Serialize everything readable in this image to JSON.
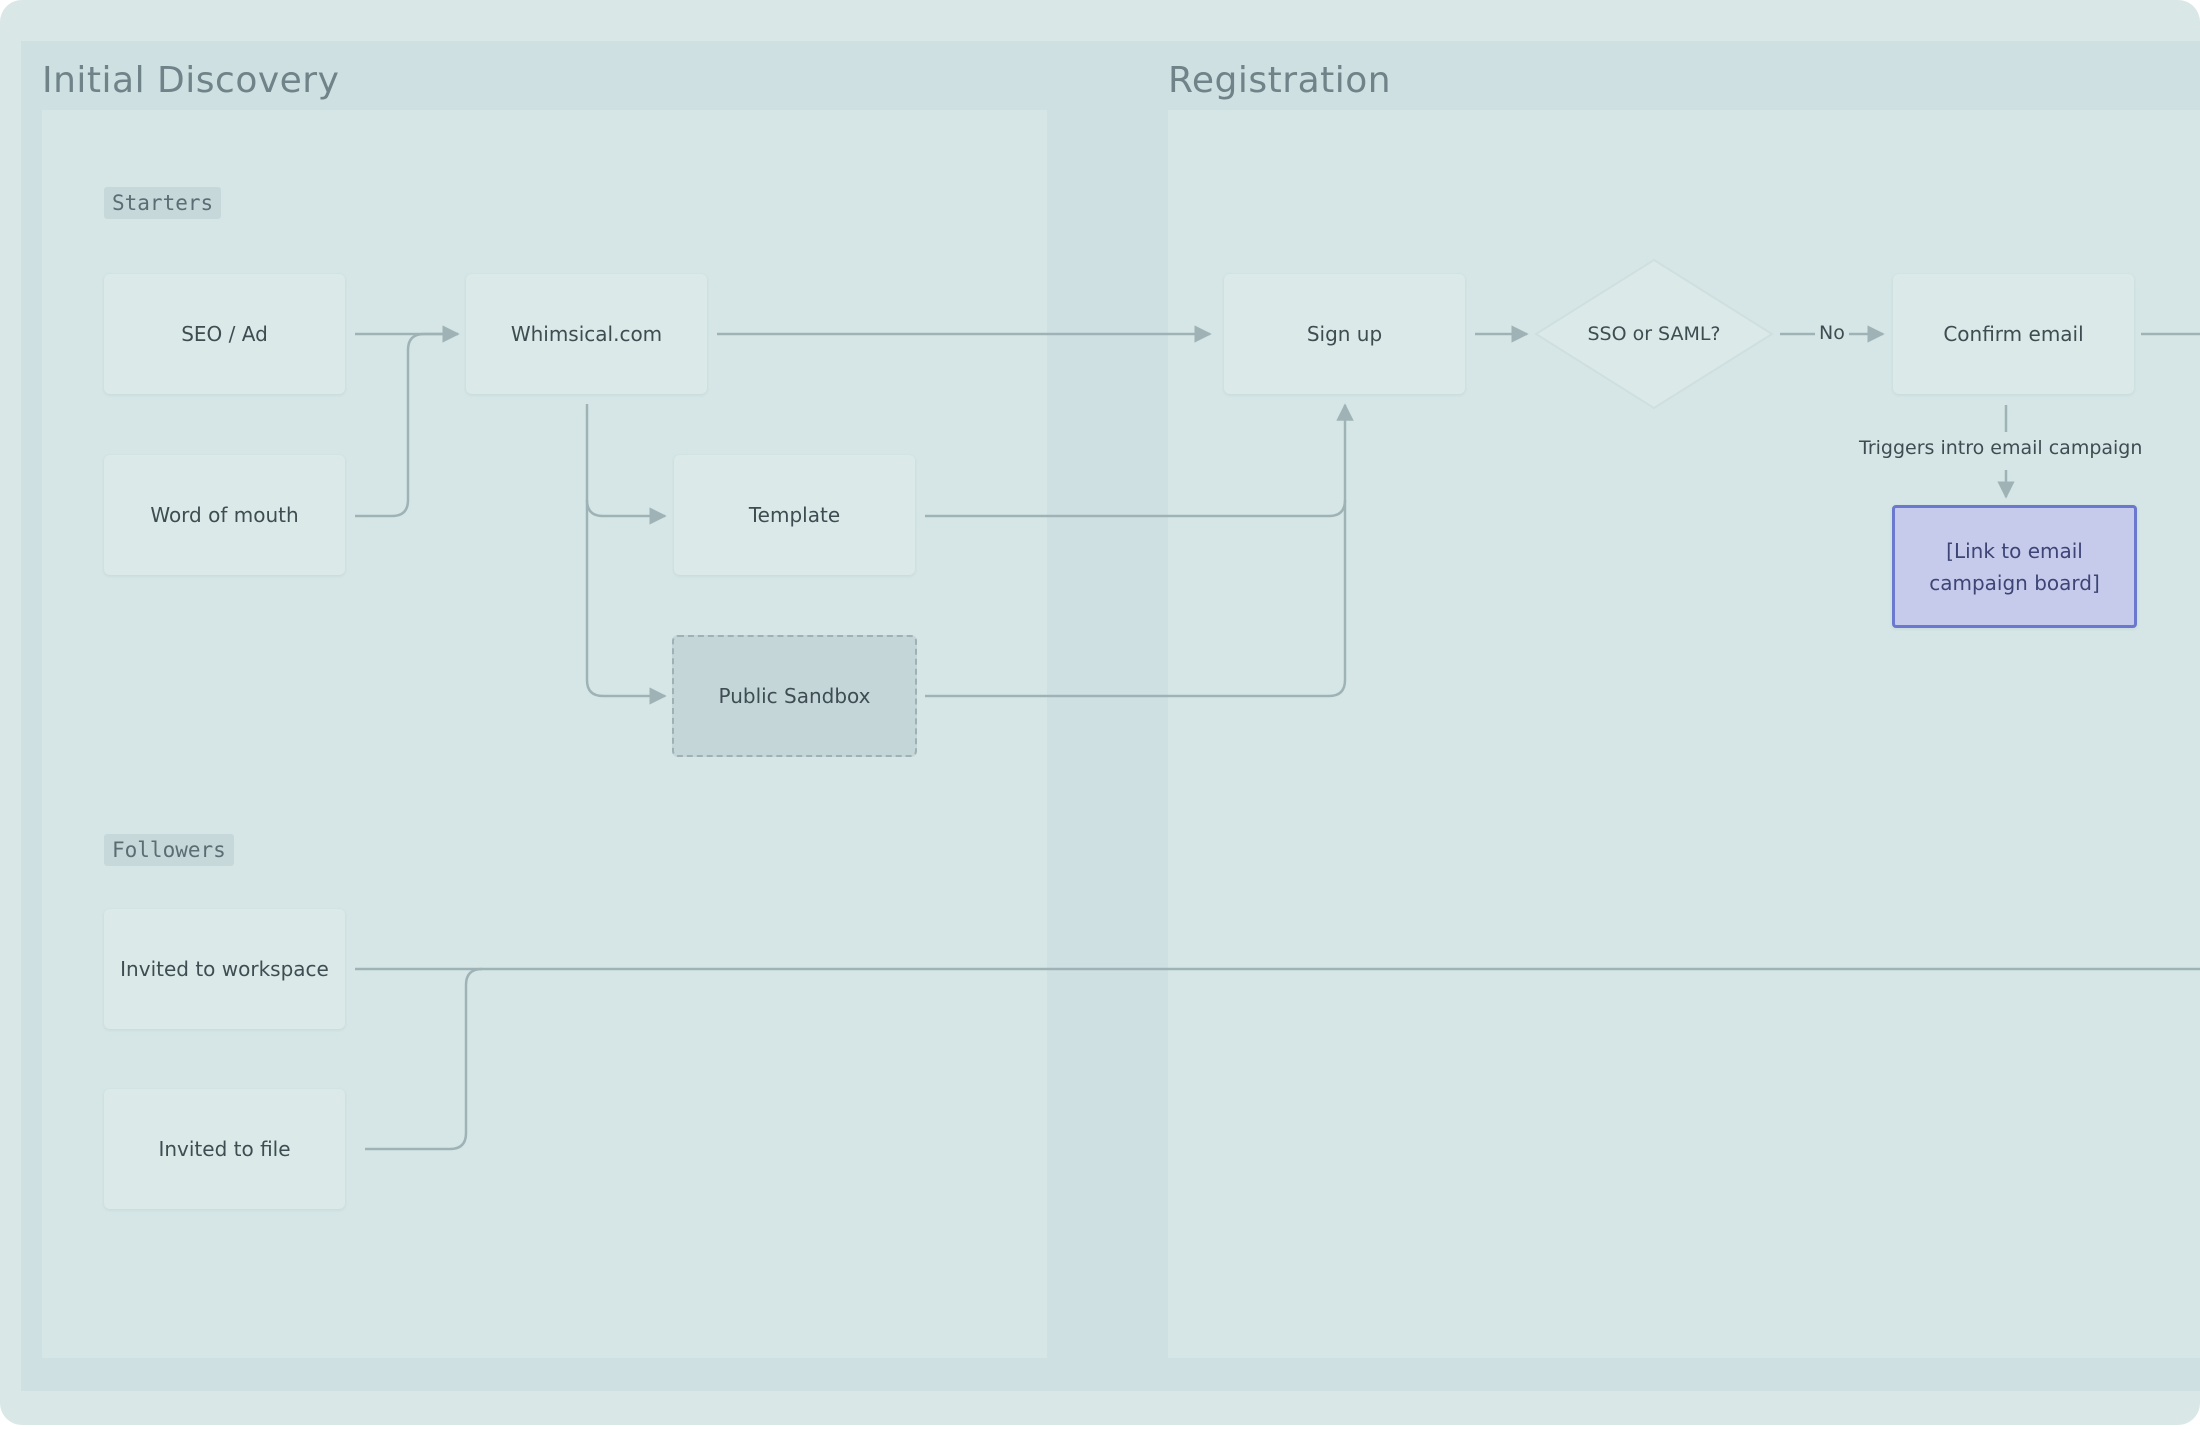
{
  "lanes": {
    "initial_discovery": "Initial Discovery",
    "registration": "Registration"
  },
  "groups": {
    "starters": "Starters",
    "followers": "Followers"
  },
  "nodes": {
    "seo_ad": "SEO / Ad",
    "word_of_mouth": "Word of mouth",
    "whimsical": "Whimsical.com",
    "template": "Template",
    "public_sandbox": "Public Sandbox",
    "invited_workspace": "Invited to workspace",
    "invited_file": "Invited to file",
    "sign_up": "Sign up",
    "sso_saml": "SSO or SAML?",
    "confirm_email": "Confirm email",
    "email_campaign_link": "[Link to email campaign board]"
  },
  "edges": {
    "no": "No",
    "triggers": "Triggers intro email campaign"
  },
  "colors": {
    "board": "#d9e7e7",
    "lane": "#d6e6e6",
    "node": "#dbe9e9",
    "connector": "#9fb3b6",
    "link_node_fill": "#c7cbeb",
    "link_node_border": "#6a78d0"
  }
}
